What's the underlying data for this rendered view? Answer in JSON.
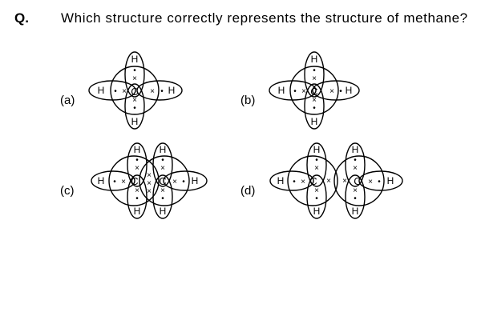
{
  "question": {
    "label": "Q.",
    "text": "Which structure correctly represents the structure of methane?"
  },
  "options": [
    {
      "label": "(a)"
    },
    {
      "label": "(b)"
    },
    {
      "label": "(c)"
    },
    {
      "label": "(d)"
    }
  ],
  "symbols": {
    "carbon": "C",
    "hydrogen": "H",
    "dot": "•",
    "cross": "×"
  }
}
